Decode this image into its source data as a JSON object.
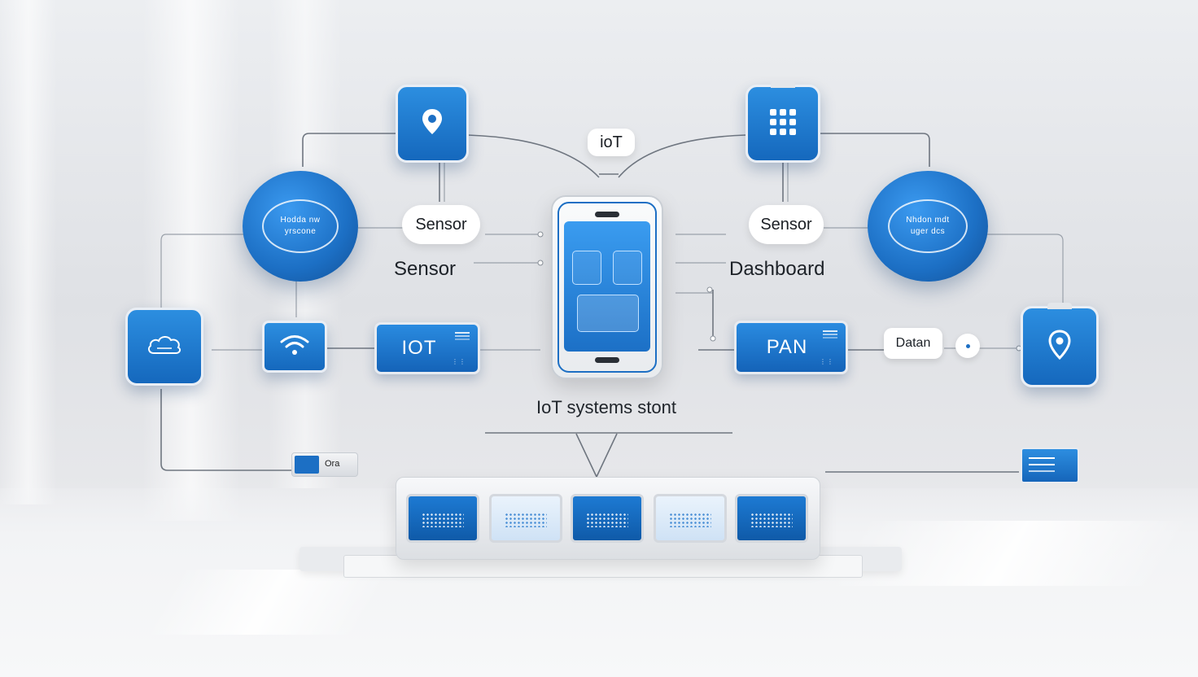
{
  "title": "IoT systems stont",
  "top_bubble": "ioT",
  "nodes": {
    "left_bubble": "Sensor",
    "right_bubble": "Sensor",
    "left_label": "Sensor",
    "right_label": "Dashboard",
    "left_disc_lines": [
      "Hodda nw",
      "yrscone"
    ],
    "right_disc_lines": [
      "Nhdon mdt",
      "uger dcs"
    ],
    "left_plate": "IOT",
    "right_plate": "PAN",
    "right_pill": "Datan",
    "left_device_text": "Ora"
  },
  "icons": {
    "top_left_tile": "location-pin-icon",
    "top_right_tile": "grid-dots-icon",
    "mid_left_tile": "cloud-icon",
    "wifi_tile": "wifi-icon",
    "right_tile": "location-pin-icon"
  },
  "colors": {
    "accent_blue": "#1c6fc4",
    "tile_border": "#e9eef5",
    "connector": "#6f7680"
  }
}
